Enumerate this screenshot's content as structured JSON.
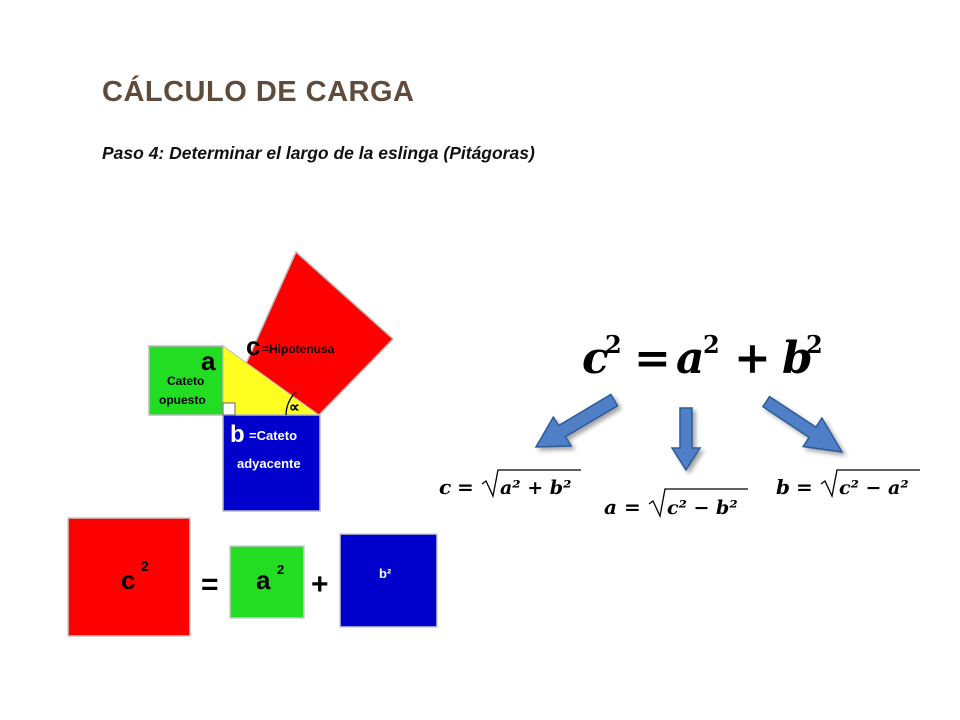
{
  "slide": {
    "title": "CÁLCULO DE CARGA",
    "subtitle": "Paso 4: Determinar el largo de la eslinga (Pitágoras)"
  },
  "triangle_figure": {
    "a_letter": "a",
    "a_caption_1": "Cateto",
    "a_caption_2": "opuesto",
    "c_letter": "c",
    "c_caption": "=Hipotenusa",
    "b_letter": "b",
    "b_caption_1": "=Cateto",
    "b_caption_2": "adyacente",
    "alpha_symbol": "∝"
  },
  "squares_equation": {
    "c_term": "c",
    "c_exp": "2",
    "equals": "=",
    "a_term": "a",
    "a_exp": "2",
    "plus": "+",
    "b_term": "b²"
  },
  "main_formula": {
    "c": "c",
    "exp1": "2",
    "eq": "=",
    "a": "a",
    "exp2": "2",
    "plus": "+",
    "b": "b",
    "exp3": "2"
  },
  "derived_formulas": {
    "c_formula": {
      "lhs": "c",
      "eq": "=",
      "radicand": "a² + b²"
    },
    "a_formula": {
      "lhs": "a",
      "eq": "=",
      "radicand": "c² − b²"
    },
    "b_formula": {
      "lhs": "b",
      "eq": "=",
      "radicand": "c² − a²"
    }
  },
  "colors": {
    "title": "#5f4b3b",
    "red_square": "#ff0000",
    "green_square": "#22dd22",
    "blue_square": "#0000cc",
    "triangle": "#ffff22",
    "arrow_fill": "#4f7fc6",
    "arrow_stroke": "#2f5a9a"
  }
}
